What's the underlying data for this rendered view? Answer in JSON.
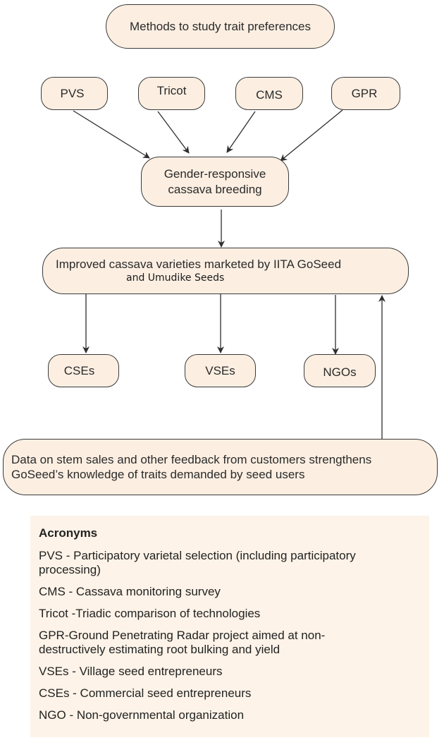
{
  "diagram": {
    "title_node": "Methods to study trait preferences",
    "methods": [
      {
        "id": "pvs",
        "label": "PVS"
      },
      {
        "id": "tricot",
        "label": "Tricot"
      },
      {
        "id": "cms",
        "label": "CMS"
      },
      {
        "id": "gpr",
        "label": "GPR"
      }
    ],
    "breeding_node": {
      "line1": "Gender-responsive",
      "line2": "cassava breeding"
    },
    "improved_node": {
      "line1": "Improved cassava varieties marketed by IITA GoSeed",
      "line2": "and Umudike Seeds"
    },
    "outlets": [
      {
        "id": "cses",
        "label": "CSEs"
      },
      {
        "id": "vses",
        "label": "VSEs"
      },
      {
        "id": "ngos",
        "label": "NGOs"
      }
    ],
    "feedback_node": {
      "line1": "Data on stem sales and other feedback from customers strengthens",
      "line2": "GoSeed’s knowledge of traits demanded by seed users"
    },
    "edges": [
      {
        "from": "pvs",
        "to": "breeding"
      },
      {
        "from": "tricot",
        "to": "breeding"
      },
      {
        "from": "cms",
        "to": "breeding"
      },
      {
        "from": "gpr",
        "to": "breeding"
      },
      {
        "from": "breeding",
        "to": "improved"
      },
      {
        "from": "improved",
        "to": "cses"
      },
      {
        "from": "improved",
        "to": "vses"
      },
      {
        "from": "improved",
        "to": "ngos"
      },
      {
        "from": "feedback",
        "to": "improved"
      }
    ]
  },
  "acronyms": {
    "title": "Acronyms",
    "items": [
      "PVS - Participatory varietal selection (including participatory processing)",
      "CMS - Cassava monitoring survey",
      "Tricot -Triadic comparison of technologies",
      "GPR-Ground Penetrating Radar project aimed at non-destructively estimating root bulking and yield",
      "VSEs - Village seed entrepreneurs",
      "CSEs - Commercial seed entrepreneurs",
      "NGO - Non-governmental organization"
    ]
  },
  "colors": {
    "node_fill": "#fcefe2",
    "node_border": "#3a3a3a",
    "acronym_panel": "#fdf3e8",
    "arrow": "#2e2e2e"
  }
}
